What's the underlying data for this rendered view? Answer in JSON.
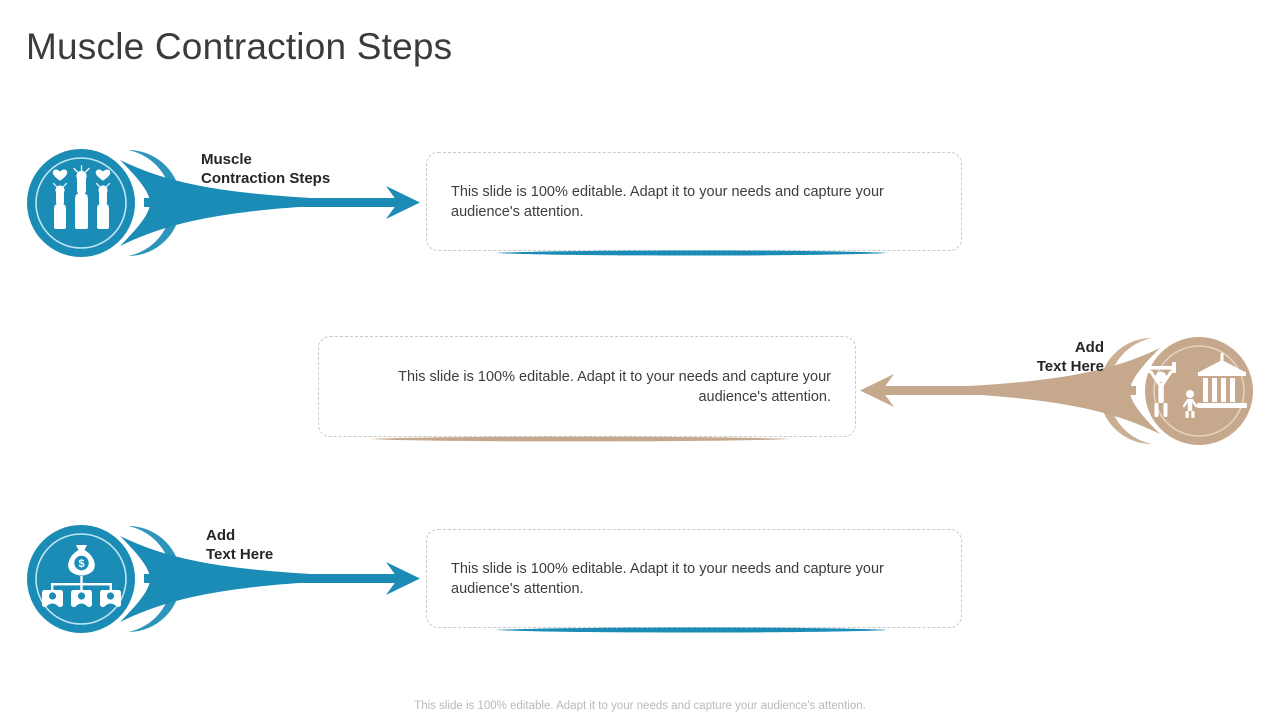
{
  "slide": {
    "title": "Muscle Contraction Steps",
    "footer_note": "This slide is 100% editable. Adapt it to your needs and capture your audience's attention.",
    "background": "#ffffff"
  },
  "theme": {
    "blue": "#1b8cb5",
    "blue_dark": "#1680a8",
    "tan": "#c6a88c",
    "tan_dark": "#bb9b7e",
    "title_color": "#3b3b3b",
    "body_color": "#3d3d3d",
    "label_color": "#262626",
    "card_border": "#c9c9c9",
    "footer_color": "#b9b9b9"
  },
  "rows": [
    {
      "id": "row-1",
      "direction": "right",
      "accent": "#1b8cb5",
      "icon_name": "raised-fists-hearts-icon",
      "label": "Muscle\nContraction Steps",
      "body": "This slide is 100% editable. Adapt it to your needs and capture your audience's attention.",
      "text_align": "left"
    },
    {
      "id": "row-2",
      "direction": "left",
      "accent": "#c6a88c",
      "icon_name": "person-lifting-pillar-building-icon",
      "label": "Add\nText Here",
      "body": "This slide is 100% editable. Adapt it to your needs and capture your audience's attention.",
      "text_align": "right"
    },
    {
      "id": "row-3",
      "direction": "right",
      "accent": "#1b8cb5",
      "icon_name": "money-bag-distribution-icon",
      "label": "Add\nText Here",
      "body": "This slide is 100% editable. Adapt it to your needs and capture your audience's attention.",
      "text_align": "left"
    }
  ]
}
